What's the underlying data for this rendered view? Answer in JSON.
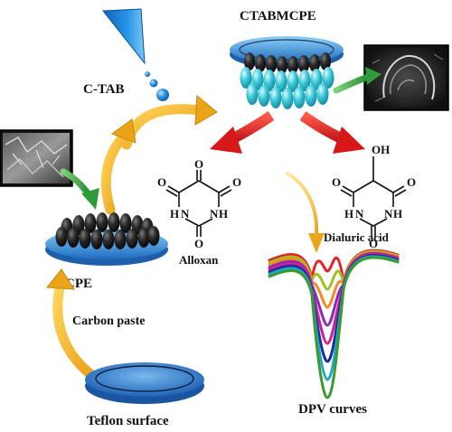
{
  "labels": {
    "ctab": "C-TAB",
    "ctabmcpe": "CTABMCPE",
    "alloxan": "Alloxan",
    "dialuric_acid": "Dialuric acid",
    "bcpe": "BCPE",
    "carbon_paste": "Carbon paste",
    "dpv_curves": "DPV curves",
    "teflon_surface": "Teflon surface"
  },
  "alloxan_structure": {
    "top_o": "O",
    "left_o": "O",
    "right_o": "O",
    "bottom_o": "O",
    "left_n": "N",
    "left_h": "H",
    "right_n": "N",
    "right_h": "H"
  },
  "dialuric_structure": {
    "oh": "OH",
    "left_o": "O",
    "right_o": "O",
    "bottom_o": "O",
    "left_n": "N",
    "left_h": "H",
    "right_n": "N",
    "right_h": "H"
  },
  "colors": {
    "arrow_yellow": "#f2b42a",
    "arrow_red": "#e01e1e",
    "arrow_green": "#2e9a3c",
    "electrode_blue": "#3a86d0",
    "ctab_blue": "#1a86d8",
    "cyan_ellipsoid": "#2ec6d6",
    "black_ellipsoid": "#1a1a1a"
  },
  "dpv_curve_colors": [
    "#e8202a",
    "#a0c020",
    "#f58a20",
    "#8a2ab8",
    "#d02090",
    "#1a2aa0",
    "#20a8c0",
    "#3a9a30"
  ]
}
